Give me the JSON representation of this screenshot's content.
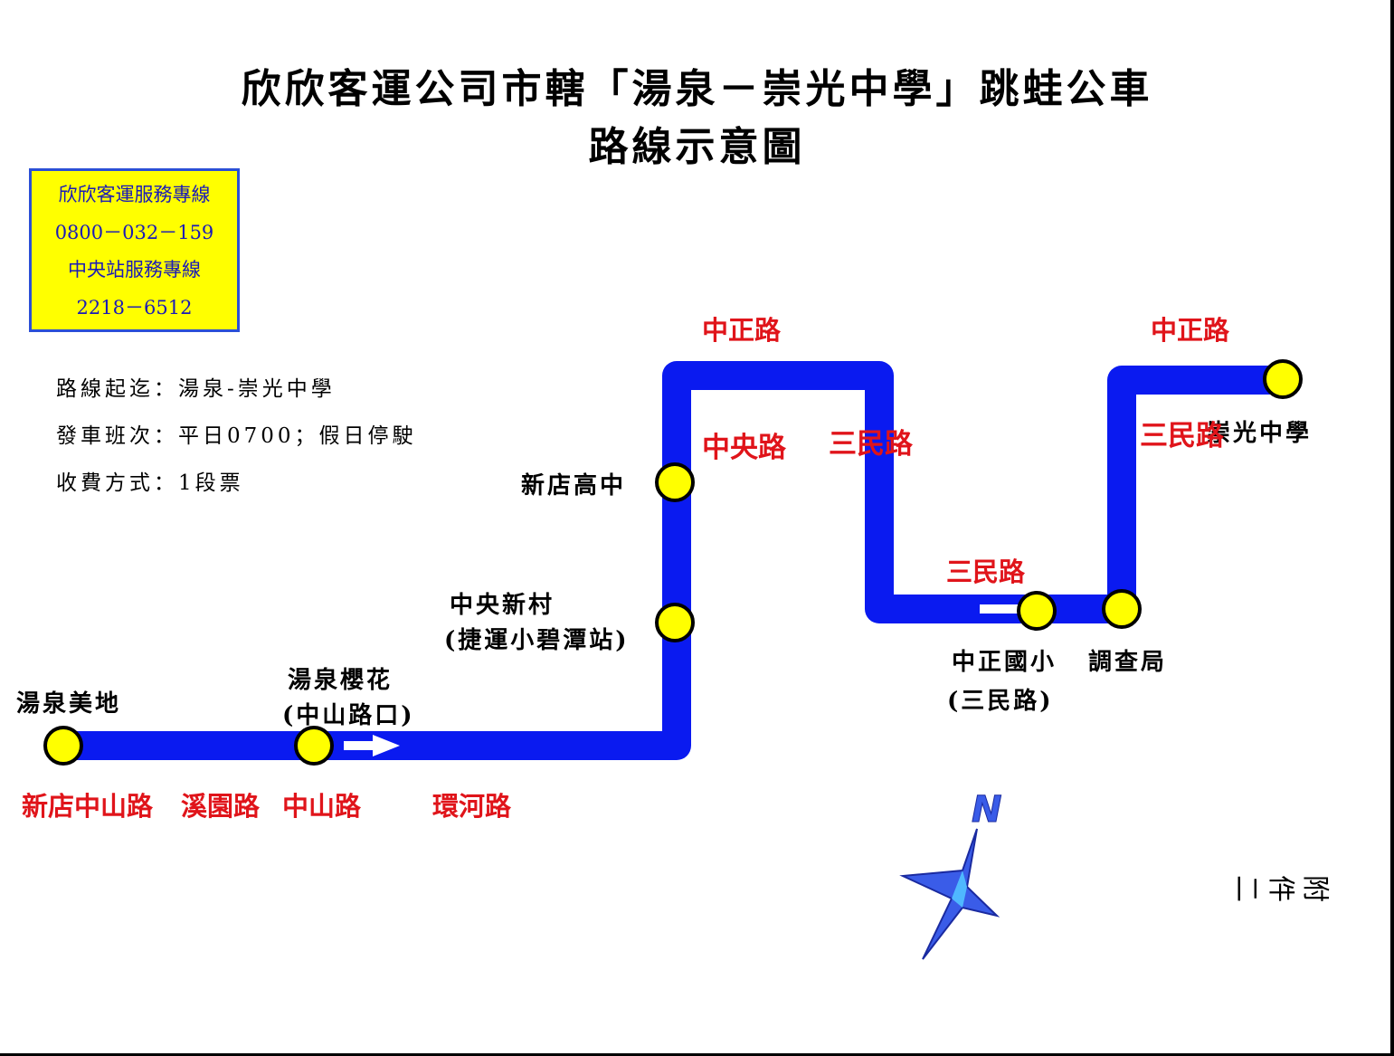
{
  "title": {
    "line1": "欣欣客運公司市轄「湯泉－崇光中學」跳蛙公車",
    "line2": "路線示意圖"
  },
  "hotline": {
    "label1": "欣欣客運服務專線",
    "number1": "0800－032－159",
    "label2": "中央站服務專線",
    "number2": "2218－6512"
  },
  "route_info": {
    "endpoints": "路線起迄：湯泉-崇光中學",
    "schedule": "發車班次：平日0700；假日停駛",
    "fare": "收費方式：1段票"
  },
  "stops": {
    "tangquan_meidi": "湯泉美地",
    "tangquan_sakura_line1": "湯泉櫻花",
    "tangquan_sakura_line2": "(中山路口)",
    "zhongyang_village_line1": "中央新村",
    "zhongyang_village_line2": "(捷運小碧潭站)",
    "xindian_high": "新店高中",
    "zhongzheng_elem_line1": "中正國小",
    "zhongzheng_elem_line2": "(三民路)",
    "investigation_bureau": "調查局",
    "chongguang_high": "崇光中學"
  },
  "roads": {
    "xindian_zhongshan": "新店中山路",
    "xiyuan": "溪園路",
    "zhongshan": "中山路",
    "huanhe": "環河路",
    "zhongyang": "中央路",
    "zhongzheng_1": "中正路",
    "sanmin_vertical_1": "三民路",
    "sanmin_horizontal": "三民路",
    "sanmin_vertical_2": "三民路",
    "zhongzheng_2": "中正路"
  },
  "compass": {
    "label": "N"
  },
  "attachment": "附件二",
  "colors": {
    "route": "#0a1af0",
    "stop_fill": "#ffff00",
    "road_text": "#e0141a",
    "hotline_bg": "#ffff00",
    "hotline_text": "#1a1ab8",
    "compass": "#3a5ce8"
  }
}
